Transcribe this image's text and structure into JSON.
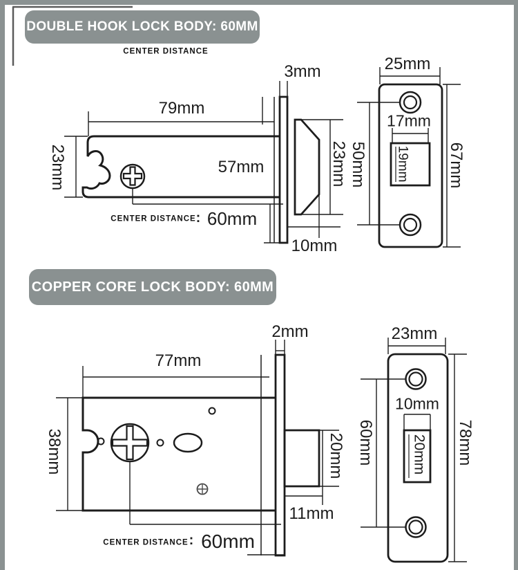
{
  "style": {
    "frame_border_color": "#8b9292",
    "banner_background": "#8a9191",
    "banner_text_color": "#ffffff",
    "line_color": "#1c1c1c",
    "background": "#ffffff",
    "corner_accent_color": "#3f3f3f"
  },
  "top": {
    "banner": "DOUBLE HOOK LOCK BODY: 60MM",
    "caption": "CENTER DISTANCE",
    "side_view": {
      "body_width": "79mm",
      "faceplate_thickness": "3mm",
      "body_height": "23mm",
      "body_depth": "57mm",
      "bolt_height": "23mm",
      "bolt_projection": "10mm",
      "center_distance_label": "CENTER DISTANCE",
      "center_distance_colon": ":",
      "center_distance_value": "60mm"
    },
    "faceplate_view": {
      "plate_width": "25mm",
      "hole_width": "17mm",
      "hole_height": "19mm",
      "screw_spacing": "50mm",
      "plate_height": "67mm"
    }
  },
  "bottom": {
    "banner": "COPPER CORE LOCK BODY: 60MM",
    "side_view": {
      "body_width": "77mm",
      "faceplate_thickness": "2mm",
      "body_height": "38mm",
      "bolt_height": "20mm",
      "bolt_projection": "11mm",
      "center_distance_label": "CENTER DISTANCE",
      "center_distance_colon": ":",
      "center_distance_value": "60mm"
    },
    "faceplate_view": {
      "plate_width": "23mm",
      "hole_width": "10mm",
      "hole_height": "20mm",
      "screw_spacing": "60mm",
      "plate_height": "78mm"
    }
  }
}
